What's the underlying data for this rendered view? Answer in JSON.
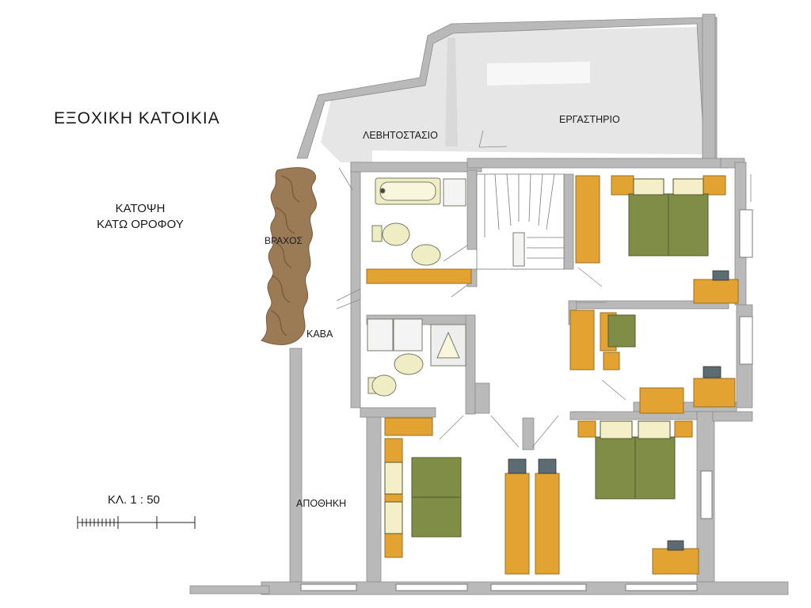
{
  "title": "ΕΞΟΧΙΚΗ    ΚΑΤΟΙΚΙΑ",
  "subtitle_line1": "ΚΑΤΟΨΗ",
  "subtitle_line2": "ΚΑΤΩ ΟΡΟΦΟΥ",
  "scale": "ΚΛ.  1 : 50",
  "rooms": {
    "boiler_room": "ΛΕΒΗΤΟΣΤΑΣΙΟ",
    "workshop": "ΕΡΓΑΣΤΗΡΙΟ",
    "rock": "ΒΡΑΧΟΣ",
    "cellar": "ΚΑΒΑ",
    "storage": "ΑΠΟΘΗΚΗ"
  },
  "colors": {
    "wall": "#b9b9b9",
    "wall_edge": "#8c8c8c",
    "light_fill": "#e3e3e3",
    "furniture": "#e2a332",
    "bed": "#7f8d46",
    "pillow": "#f4efc8",
    "rock": "#8f6f4f",
    "bath_fixture": "#efedc4",
    "tv": "#5d6b73"
  }
}
